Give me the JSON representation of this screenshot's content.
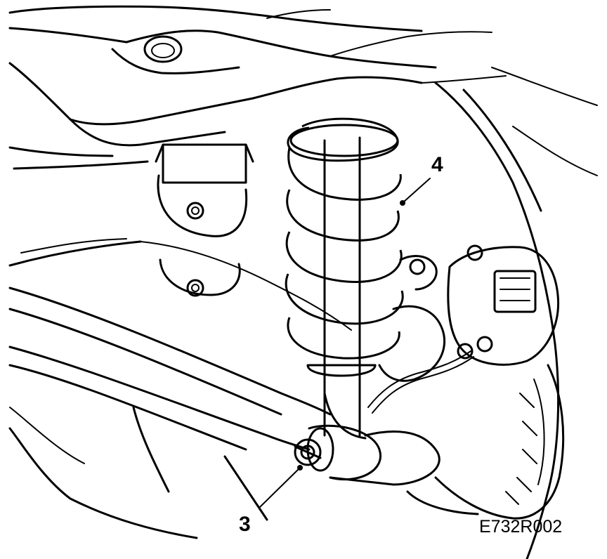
{
  "callouts": [
    {
      "label": "3"
    },
    {
      "label": "4"
    }
  ],
  "figure_code": "E732R002"
}
